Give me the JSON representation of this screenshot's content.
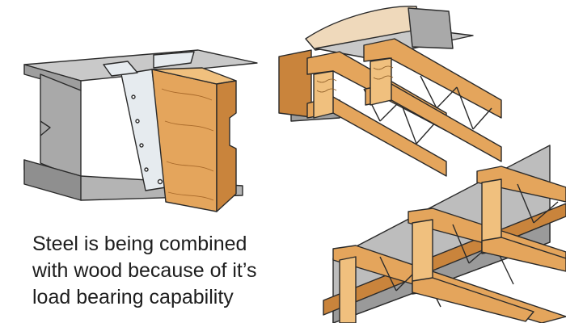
{
  "caption": {
    "lines": [
      "Steel is being combined",
      "with wood because of it’s",
      "load bearing capability"
    ]
  },
  "colors": {
    "steel": "#a9a9a9",
    "steel_top": "#c9c9c9",
    "steel_dark": "#8a8a8a",
    "wood": "#e4a55c",
    "wood_dark": "#c9843c",
    "wood_light": "#f0c07e",
    "hanger": "#e6ebef",
    "plywood": "#efd9bb",
    "outline": "#2a2a2a"
  },
  "illustrations": [
    {
      "name": "steel-beam-with-joist-hanger"
    },
    {
      "name": "wood-trusses-on-steel-beam"
    },
    {
      "name": "wood-trusses-along-steel-wall"
    }
  ]
}
